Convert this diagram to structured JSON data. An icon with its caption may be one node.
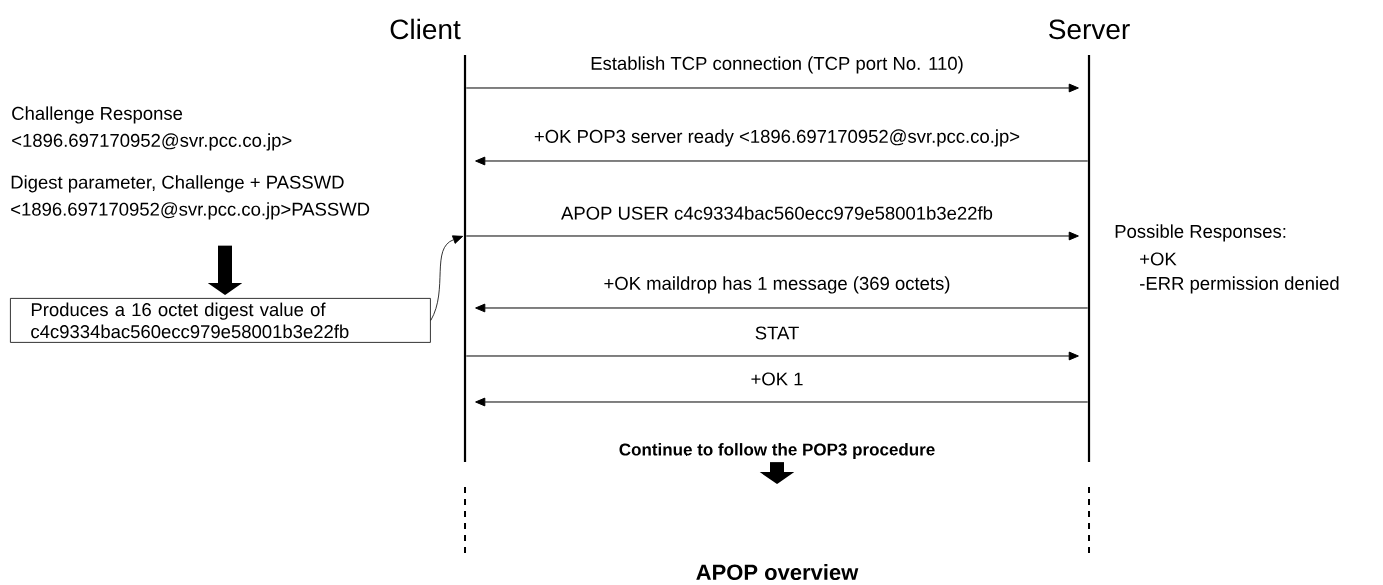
{
  "diagram": {
    "caption": "APOP overview",
    "nodes": [
      {
        "text": [
          "Client"
        ]
      },
      {
        "text": [
          "Server"
        ]
      },
      {
        "text": [
          "Digest parameter, Challenge + PASSWD",
          "<1896.697170952@svr.pcc.co.jp>PASSWD"
        ]
      },
      {
        "text": [
          "Produces a 16 octet digest value of c4c9334bac560ecc979e58001b3e22fb"
        ]
      },
      {
        "text": [
          "Continue to follow the POP3 procedure"
        ]
      }
    ],
    "edges": [
      {
        "from": 0,
        "to": 1,
        "arrow": "to",
        "label": "Establish TCP connection (TCP port No. 110)"
      },
      {
        "from": 1,
        "to": 0,
        "arrow": "to",
        "label": "+OK POP3 server ready <1896.697170952@svr.pcc.co.jp>"
      },
      {
        "from": 0,
        "to": 1,
        "arrow": "to",
        "label": "APOP USER c4c9334bac560ecc979e58001b3e22fb"
      },
      {
        "from": 1,
        "to": 0,
        "arrow": "to",
        "label": "+OK maildrop has 1 message (369 octets)"
      },
      {
        "from": 0,
        "to": 1,
        "arrow": "to",
        "label": "STAT"
      },
      {
        "from": 1,
        "to": 0,
        "arrow": "to",
        "label": "+OK 1"
      },
      {
        "from": 2,
        "to": 3,
        "arrow": "to",
        "style": "thick"
      },
      {
        "from": 3,
        "to": 0,
        "arrow": "to"
      },
      {
        "from": 4,
        "to": null,
        "arrow": "to",
        "style": "thick"
      }
    ],
    "labels": [
      "Challenge Response",
      "<1896.697170952@svr.pcc.co.jp>",
      "Possible Responses:",
      "+OK",
      "-ERR permission denied"
    ]
  }
}
